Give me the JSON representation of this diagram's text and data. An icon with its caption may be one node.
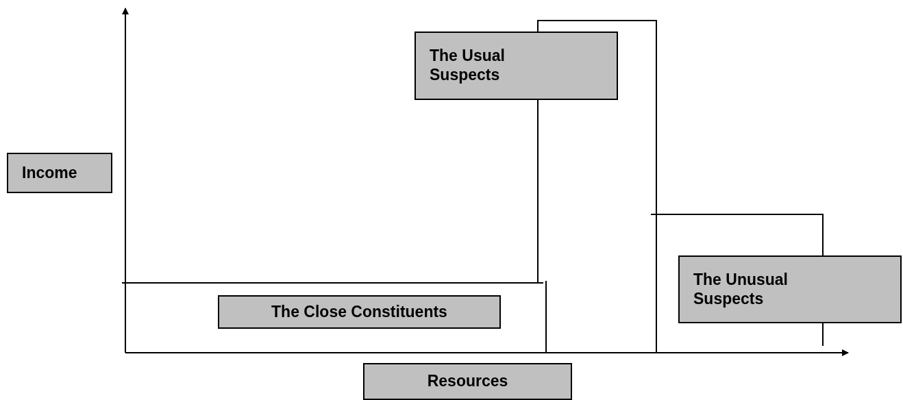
{
  "diagram": {
    "nodes": [
      {
        "text": [
          "Income"
        ]
      },
      {
        "text": [
          "The Usual Suspects"
        ]
      },
      {
        "text": [
          "The Close Constituents"
        ]
      },
      {
        "text": [
          "The Unusual Suspects"
        ]
      },
      {
        "text": [
          "Resources"
        ]
      }
    ]
  }
}
